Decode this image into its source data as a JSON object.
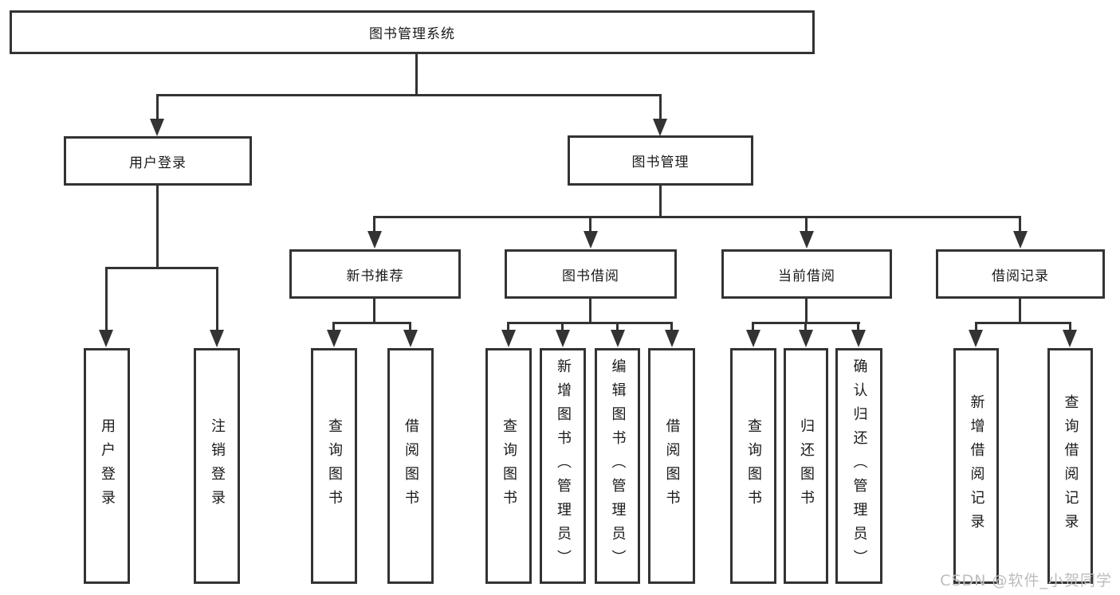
{
  "tree": {
    "root": {
      "label": "图书管理系统"
    },
    "branches": [
      {
        "label": "用户登录",
        "leaves": [
          {
            "label": "用户登录"
          },
          {
            "label": "注销登录"
          }
        ]
      },
      {
        "label": "图书管理",
        "sections": [
          {
            "label": "新书推荐",
            "leaves": [
              {
                "label": "查询图书"
              },
              {
                "label": "借阅图书"
              }
            ]
          },
          {
            "label": "图书借阅",
            "leaves": [
              {
                "label": "查询图书"
              },
              {
                "label": "新增图书（管理员）"
              },
              {
                "label": "编辑图书（管理员）"
              },
              {
                "label": "借阅图书"
              }
            ]
          },
          {
            "label": "当前借阅",
            "leaves": [
              {
                "label": "查询图书"
              },
              {
                "label": "归还图书"
              },
              {
                "label": "确认归还（管理员）"
              }
            ]
          },
          {
            "label": "借阅记录",
            "leaves": [
              {
                "label": "新增借阅记录"
              },
              {
                "label": "查询借阅记录"
              }
            ]
          }
        ]
      }
    ]
  },
  "watermark": {
    "text": "CSDN @软件_小贺同学"
  },
  "colors": {
    "line": "#333333",
    "text": "#1a1a1a",
    "background": "#ffffff",
    "watermark": "#bcbcbc"
  }
}
